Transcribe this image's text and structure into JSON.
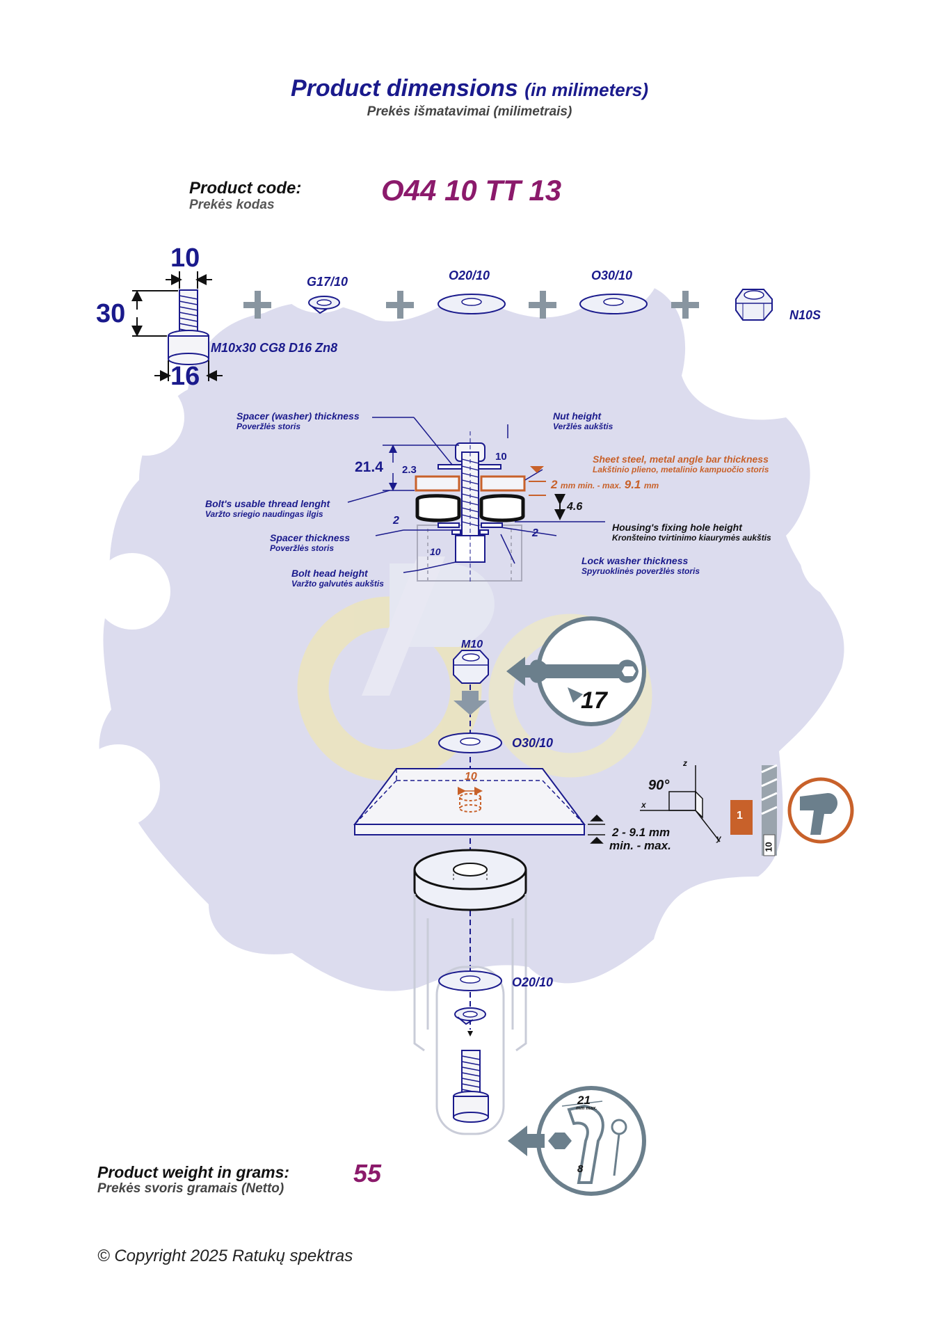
{
  "header": {
    "title": "Product dimensions",
    "title_unit": "(in milimeters)",
    "subtitle": "Prekės išmatavimai (milimetrais)"
  },
  "product_code": {
    "label": "Product code:",
    "label_sub": "Prekės kodas",
    "value": "O44 10 TT 13"
  },
  "parts": {
    "bolt_width": "10",
    "bolt_length": "30",
    "bolt_head": "16",
    "bolt_spec": "M10x30 CG8 D16 Zn8",
    "lock_washer": "G17/10",
    "washer_small": "O20/10",
    "washer_large": "O30/10",
    "nut": "N10S",
    "plus": "+"
  },
  "assembly": {
    "spacer_washer_label": "Spacer (washer) thickness",
    "spacer_washer_sub": "Poveržlės storis",
    "nut_height_label": "Nut height",
    "nut_height_sub": "Veržlės aukštis",
    "nut_height_value": "10",
    "sheet_label": "Sheet steel, metal angle bar thickness",
    "sheet_sub": "Lakštinio plieno, metalinio kampuočio storis",
    "sheet_min": "2",
    "sheet_range_text": "mm min. - max.",
    "sheet_max": "9.1",
    "sheet_unit": "mm",
    "thread_total": "21.4",
    "thread_washer": "2.3",
    "thread_label": "Bolt's usable thread lenght",
    "thread_sub": "Varžto sriegio naudingas ilgis",
    "housing_value": "4.6",
    "housing_label": "Housing's fixing hole height",
    "housing_sub": "Kronšteino tvirtinimo kiaurymės aukštis",
    "spacer_value_left": "2",
    "spacer_value_right": "2",
    "spacer_label": "Spacer thickness",
    "spacer_sub": "Poveržlės storis",
    "lock_label": "Lock washer thickness",
    "lock_sub": "Spyruoklinės poveržlės storis",
    "head_value": "10",
    "head_label": "Bolt head height",
    "head_sub": "Varžto galvutės aukštis"
  },
  "install": {
    "nut_label": "M10",
    "wrench_size": "17",
    "washer_top": "O30/10",
    "hole_diameter": "10",
    "sheet_range": "2 - 9.1 mm",
    "sheet_range_sub": "min. - max.",
    "angle": "90°",
    "axis_z": "z",
    "axis_x": "x",
    "axis_y": "y",
    "step": "1",
    "drill_size": "10",
    "washer_bottom": "O20/10",
    "hex_key_size": "21",
    "hex_key_note": "mm max.",
    "hex_key_number": "8"
  },
  "weight": {
    "label": "Product weight in grams:",
    "label_sub": "Prekės svoris gramais (Netto)",
    "value": "55"
  },
  "footer": {
    "copyright": "© Copyright 2025 Ratukų spektras"
  },
  "colors": {
    "navy": "#1a1a8c",
    "purple": "#8b1a6b",
    "orange": "#c8612a",
    "background_gear": "#dcdcee"
  }
}
